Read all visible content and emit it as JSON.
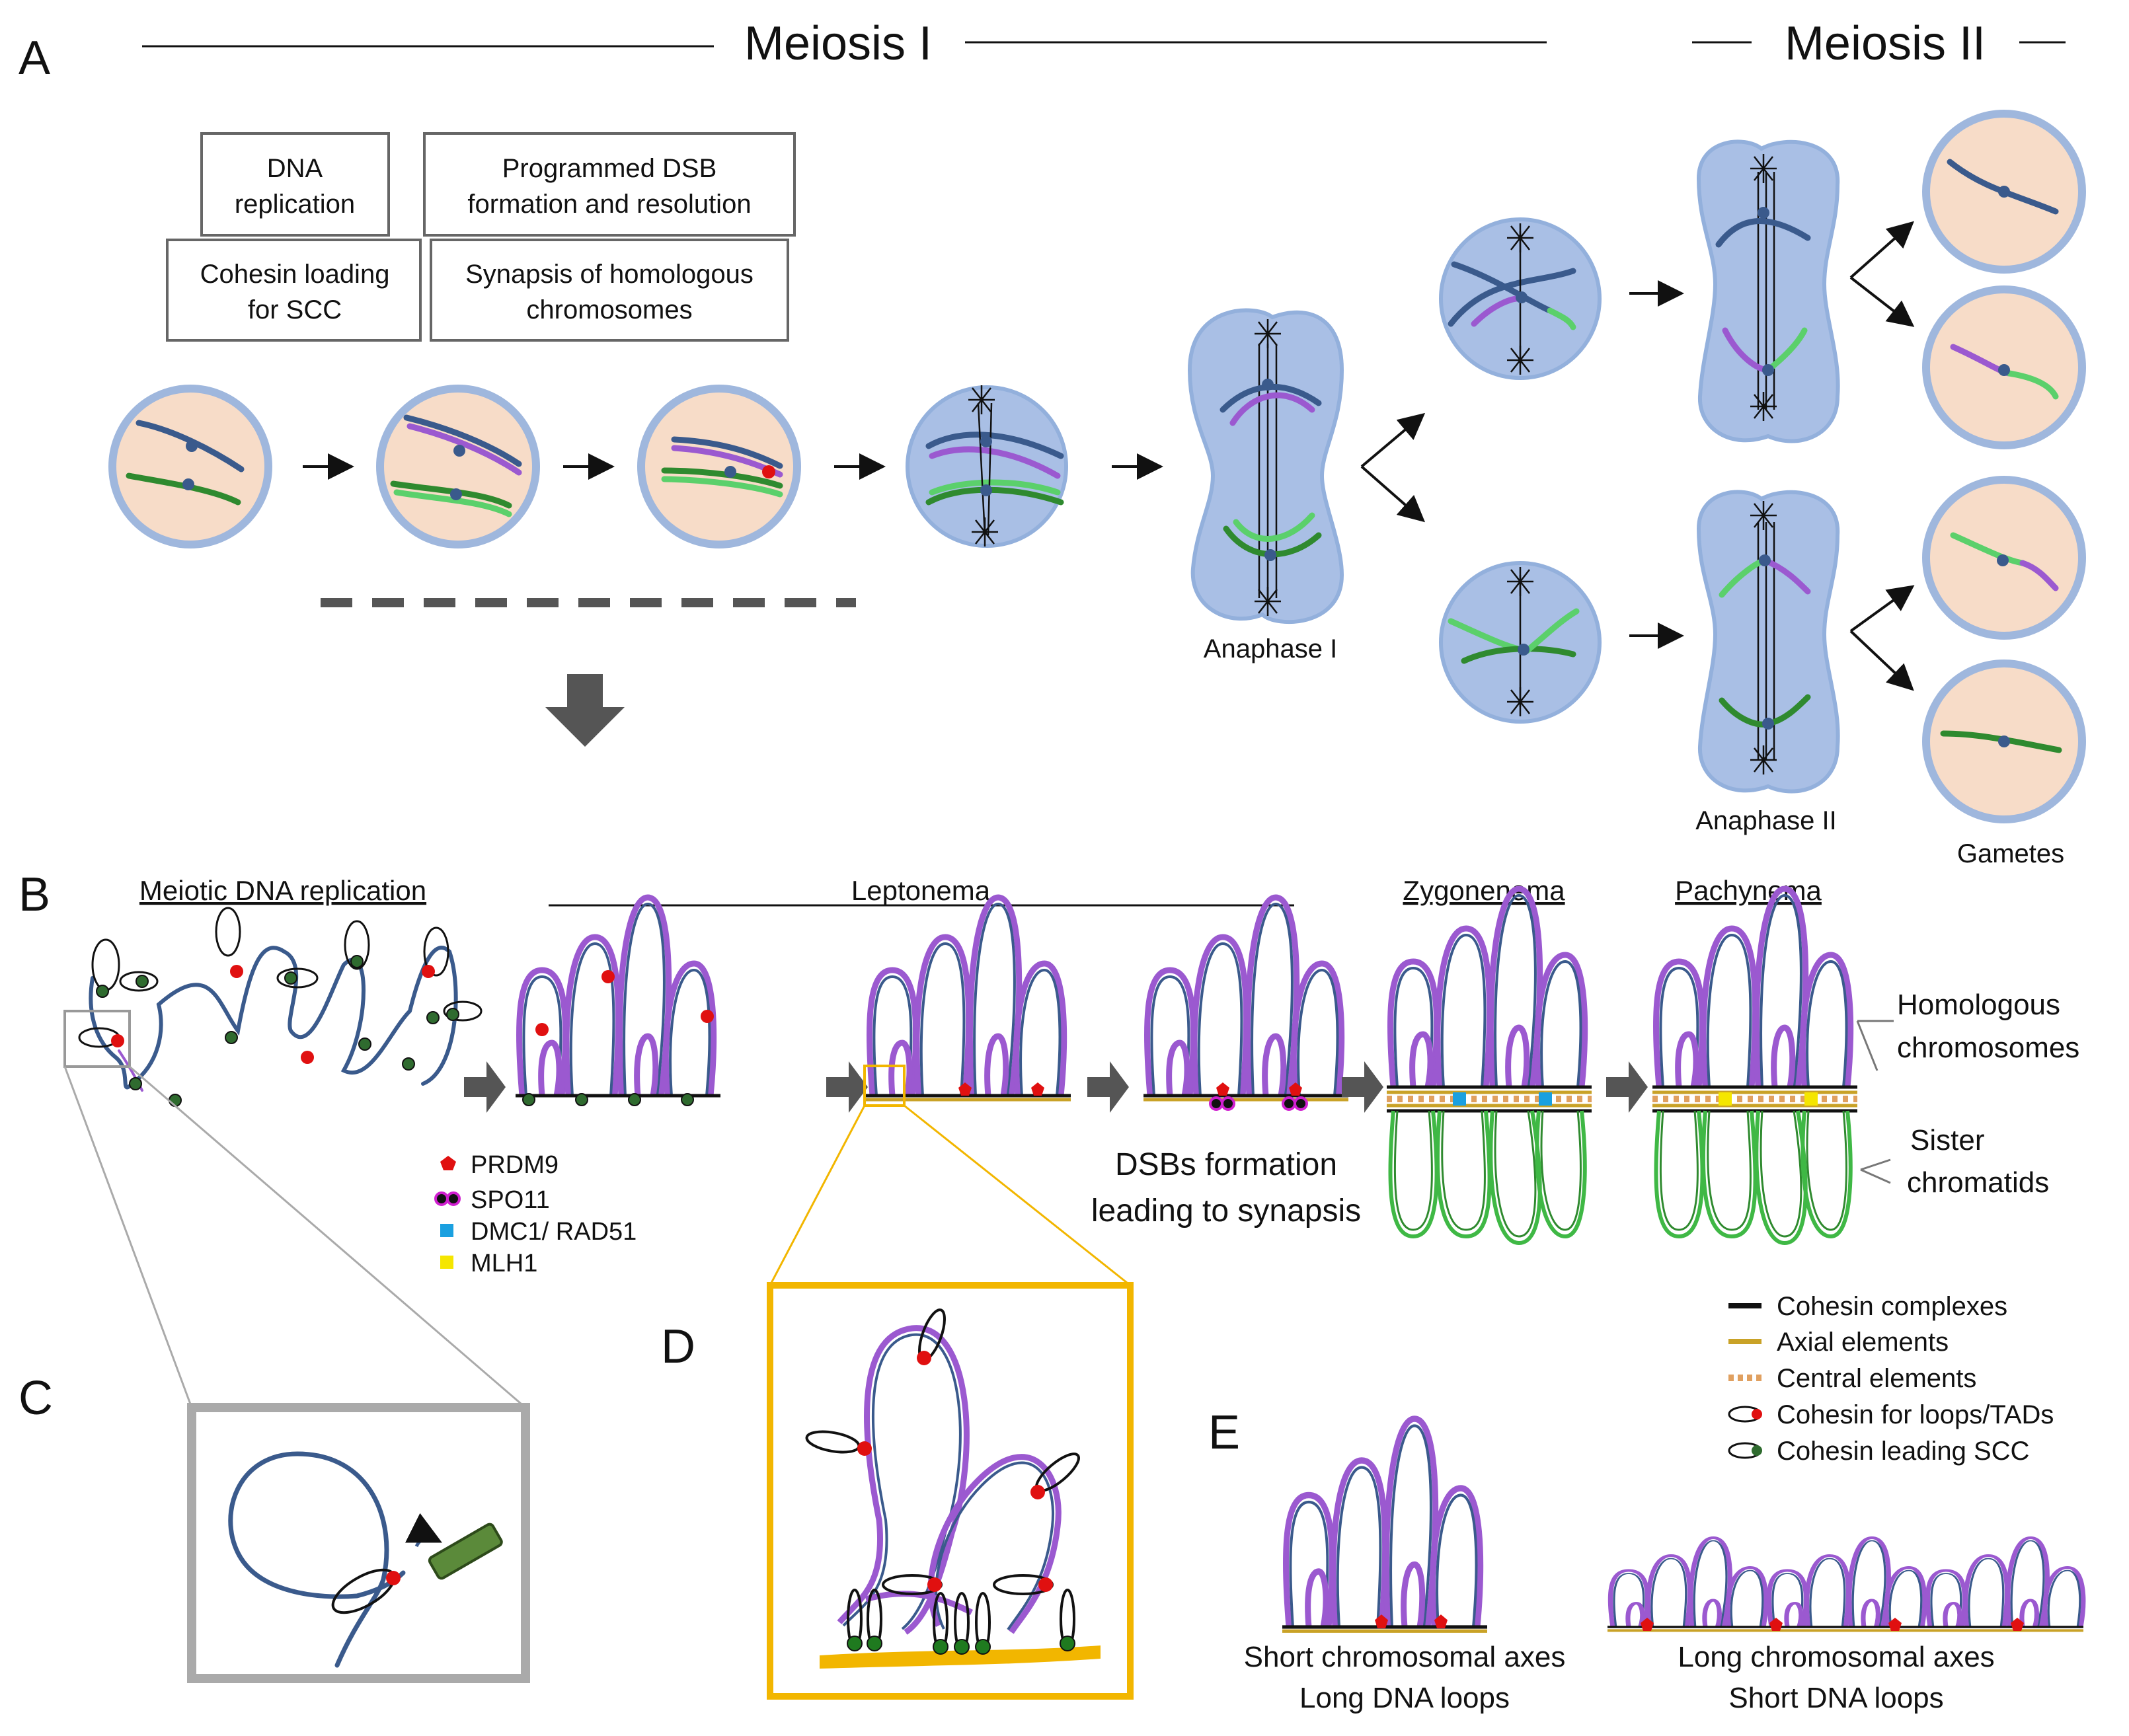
{
  "panels": {
    "a": "A",
    "b": "B",
    "c": "C",
    "d": "D",
    "e": "E"
  },
  "headers": {
    "meiosis1": "Meiosis I",
    "meiosis2": "Meiosis II"
  },
  "boxes": {
    "dna_line1": "DNA",
    "dna_line2": "replication",
    "dsb_line1": "Programmed DSB",
    "dsb_line2": "formation and resolution",
    "coh_line1": "Cohesin loading",
    "coh_line2": "for SCC",
    "syn_line1": "Synapsis of homologous",
    "syn_line2": "chromosomes"
  },
  "stage_labels": {
    "anaphase1": "Anaphase I",
    "anaphase2": "Anaphase II",
    "gametes": "Gametes"
  },
  "panel_b": {
    "replication": "Meiotic DNA replication",
    "leptonema": "Leptonema",
    "zygonema": "Zygonenema",
    "pachynema": "Pachynema",
    "dsb_line1": "DSBs formation",
    "dsb_line2": "leading to synapsis",
    "homolog_line1": "Homologous",
    "homolog_line2": "chromosomes",
    "sister_line1": "Sister",
    "sister_line2": "chromatids"
  },
  "legend_proteins": [
    {
      "label": "PRDM9",
      "icon": "red-pentagon"
    },
    {
      "label": "SPO11",
      "icon": "double-dot"
    },
    {
      "label": "DMC1/ RAD51",
      "icon": "blue-square"
    },
    {
      "label": "MLH1",
      "icon": "yellow-square"
    }
  ],
  "legend_structures": [
    {
      "label": "Cohesin complexes",
      "icon": "black-bar"
    },
    {
      "label": "Axial elements",
      "icon": "gold-bar"
    },
    {
      "label": "Central elements",
      "icon": "dashed-orange-bar"
    },
    {
      "label": "Cohesin for loops/TADs",
      "icon": "ring-red-dot"
    },
    {
      "label": "Cohesin leading SCC",
      "icon": "ring-green-dot"
    }
  ],
  "panel_e": {
    "left_line1": "Short chromosomal axes",
    "left_line2": "Long DNA loops",
    "right_line1": "Long chromosomal axes",
    "right_line2": "Short DNA loops"
  },
  "colors": {
    "nucleus_fill": "#f7dcc8",
    "cell_fill": "#a9bfe5",
    "chromosome_dark": "#3a5a8c",
    "chromosome_purple": "#9b59d0",
    "chromosome_green": "#2f8a2f",
    "chromosome_light_green": "#5bd06b",
    "prdm9": "#e01010",
    "dmc1": "#1aa0e0",
    "mlh1": "#f5e600",
    "axial": "#c9a227",
    "central": "#e0a060",
    "zoom_box": "#f2b600"
  }
}
